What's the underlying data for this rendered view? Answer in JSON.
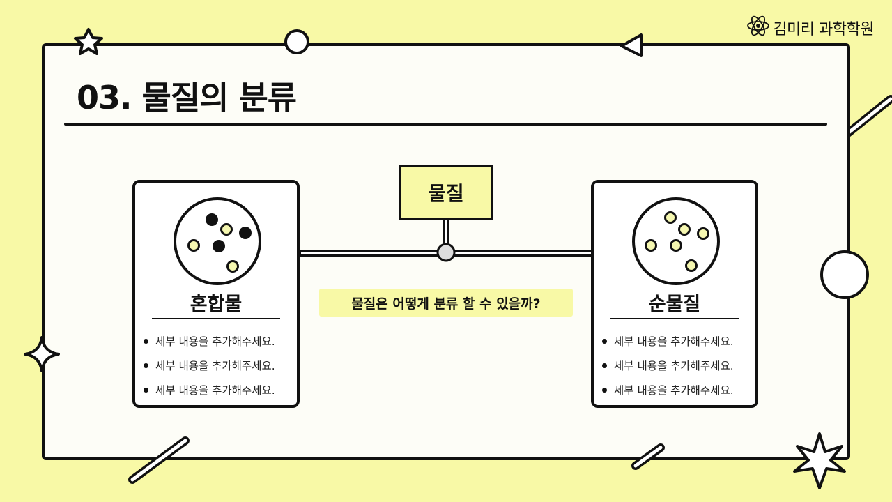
{
  "brand": {
    "name": "김미리 과학학원",
    "icon": "atom-icon"
  },
  "title": "03. 물질의 분류",
  "center": {
    "label": "물질",
    "question": "물질은 어떻게 분류 할 수 있을까?"
  },
  "cards": [
    {
      "title": "혼합물",
      "icon": "mixture-particles-icon",
      "items": [
        "세부 내용을 추가해주세요.",
        "세부 내용을 추가해주세요.",
        "세부 내용을 추가해주세요."
      ]
    },
    {
      "title": "순물질",
      "icon": "pure-substance-particles-icon",
      "items": [
        "세부 내용을 추가해주세요.",
        "세부 내용을 추가해주세요.",
        "세부 내용을 추가해주세요."
      ]
    }
  ],
  "colors": {
    "background": "#f8f9a6",
    "ink": "#111111",
    "panel": "#fdfdf7",
    "particle_light": "#f5f7b0"
  }
}
